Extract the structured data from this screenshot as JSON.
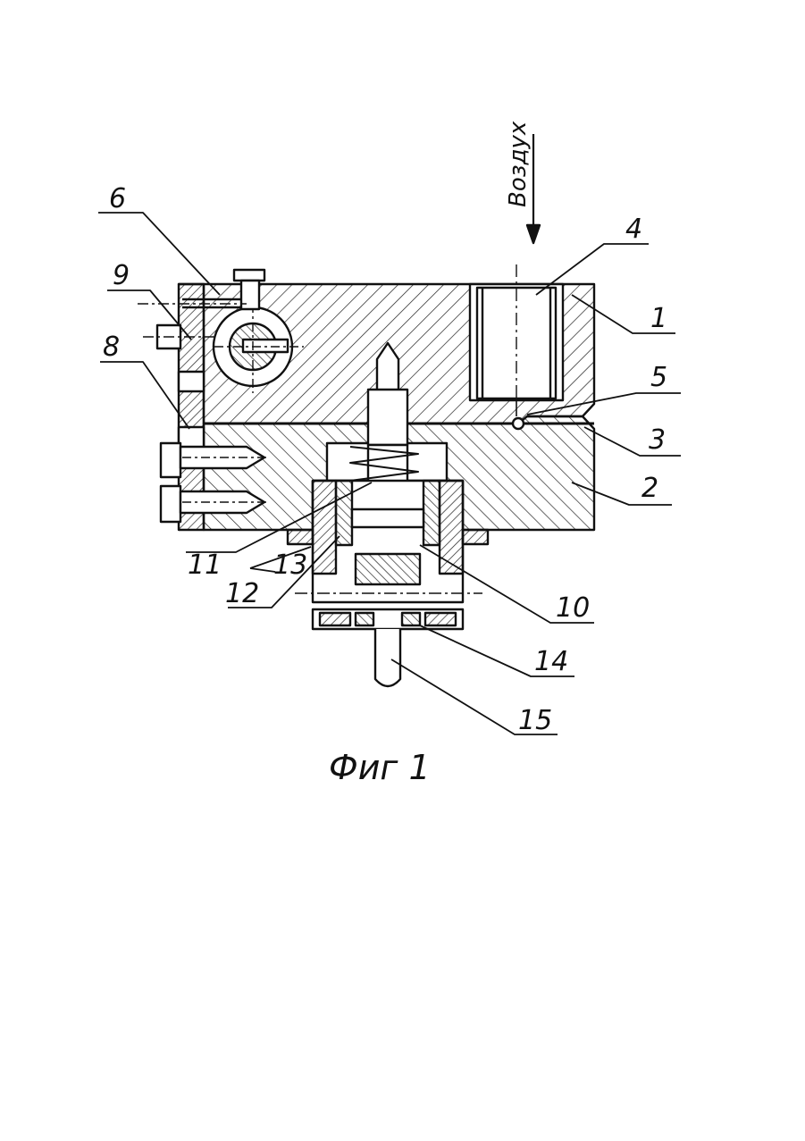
{
  "figure": {
    "caption": "Фиг 1",
    "air_label": "Воздух",
    "ink_color": "#111111",
    "paper_color": "#ffffff",
    "callouts": [
      {
        "id": "1",
        "text": "1"
      },
      {
        "id": "2",
        "text": "2"
      },
      {
        "id": "3",
        "text": "3"
      },
      {
        "id": "4",
        "text": "4"
      },
      {
        "id": "5",
        "text": "5"
      },
      {
        "id": "6",
        "text": "6"
      },
      {
        "id": "8",
        "text": "8"
      },
      {
        "id": "9",
        "text": "9"
      },
      {
        "id": "10",
        "text": "10"
      },
      {
        "id": "11",
        "text": "11"
      },
      {
        "id": "12",
        "text": "12"
      },
      {
        "id": "13",
        "text": "13"
      },
      {
        "id": "14",
        "text": "14"
      },
      {
        "id": "15",
        "text": "15"
      }
    ]
  }
}
